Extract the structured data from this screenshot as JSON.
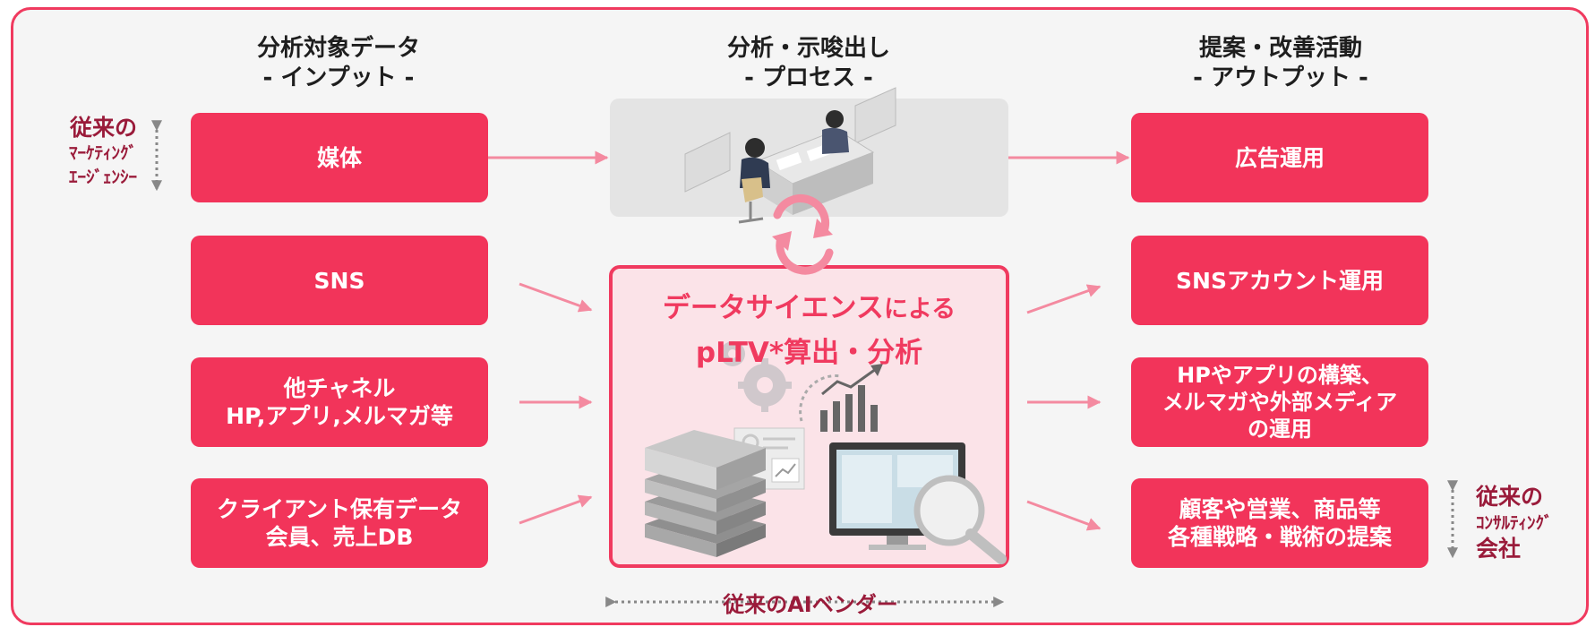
{
  "columns": {
    "input": {
      "line1": "分析対象データ",
      "line2": "- インプット -"
    },
    "process": {
      "line1": "分析・示唆出し",
      "line2": "- プロセス -"
    },
    "output": {
      "line1": "提案・改善活動",
      "line2": "- アウトプット -"
    }
  },
  "inputs": [
    {
      "lines": [
        "媒体"
      ]
    },
    {
      "lines": [
        "SNS"
      ]
    },
    {
      "lines": [
        "他チャネル",
        "HP,アプリ,メルマガ等"
      ]
    },
    {
      "lines": [
        "クライアント保有データ",
        "会員、売上DB"
      ]
    }
  ],
  "outputs": [
    {
      "lines": [
        "広告運用"
      ]
    },
    {
      "lines": [
        "SNSアカウント運用"
      ]
    },
    {
      "lines": [
        "HPやアプリの構築、",
        "メルマガや外部メディア",
        "の運用"
      ]
    },
    {
      "lines": [
        "顧客や営業、商品等",
        "各種戦略・戦術の提案"
      ]
    }
  ],
  "process": {
    "title_line1_main": "データサイエンス",
    "title_line1_suffix": "による",
    "title_line2": "pLTV*算出・分析"
  },
  "side_labels": {
    "marketing": {
      "line1": "従来の",
      "line2": "ﾏｰｹﾃｨﾝｸﾞ",
      "line3": "ｴｰｼﾞｪﾝｼｰ"
    },
    "consulting": {
      "line1": "従来の",
      "line2": "ｺﾝｻﾙﾃｨﾝｸﾞ",
      "line3": "会社"
    },
    "vendor": "従来のAIベンダー"
  },
  "colors": {
    "accent": "#f2345a",
    "arrow": "#f48aa0",
    "dark_label": "#9a1b3a",
    "process_fill": "#fbe3e8"
  },
  "icons": [
    "meeting-illustration-icon",
    "refresh-cycle-icon",
    "gears-icon",
    "growth-chart-icon",
    "server-stack-icon",
    "report-document-icon",
    "monitor-magnifier-icon"
  ]
}
